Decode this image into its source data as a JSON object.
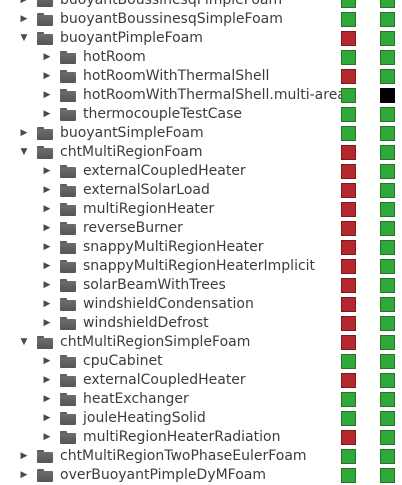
{
  "rows": [
    {
      "name": "buoyantBoussinesqPimpleFoam",
      "depth": 0,
      "expanded": false,
      "status1": "pass",
      "status2": "pass"
    },
    {
      "name": "buoyantBoussinesqSimpleFoam",
      "depth": 0,
      "expanded": false,
      "status1": "pass",
      "status2": "pass"
    },
    {
      "name": "buoyantPimpleFoam",
      "depth": 0,
      "expanded": true,
      "status1": "fail",
      "status2": "pass"
    },
    {
      "name": "hotRoom",
      "depth": 1,
      "expanded": false,
      "status1": "pass",
      "status2": "pass"
    },
    {
      "name": "hotRoomWithThermalShell",
      "depth": 1,
      "expanded": false,
      "status1": "fail",
      "status2": "pass"
    },
    {
      "name": "hotRoomWithThermalShell.multi-area",
      "depth": 1,
      "expanded": false,
      "status1": "pass",
      "status2": "unknown"
    },
    {
      "name": "thermocoupleTestCase",
      "depth": 1,
      "expanded": false,
      "status1": "pass",
      "status2": "pass"
    },
    {
      "name": "buoyantSimpleFoam",
      "depth": 0,
      "expanded": false,
      "status1": "pass",
      "status2": "pass"
    },
    {
      "name": "chtMultiRegionFoam",
      "depth": 0,
      "expanded": true,
      "status1": "fail",
      "status2": "pass"
    },
    {
      "name": "externalCoupledHeater",
      "depth": 1,
      "expanded": false,
      "status1": "fail",
      "status2": "pass"
    },
    {
      "name": "externalSolarLoad",
      "depth": 1,
      "expanded": false,
      "status1": "fail",
      "status2": "pass"
    },
    {
      "name": "multiRegionHeater",
      "depth": 1,
      "expanded": false,
      "status1": "fail",
      "status2": "pass"
    },
    {
      "name": "reverseBurner",
      "depth": 1,
      "expanded": false,
      "status1": "fail",
      "status2": "pass"
    },
    {
      "name": "snappyMultiRegionHeater",
      "depth": 1,
      "expanded": false,
      "status1": "fail",
      "status2": "pass"
    },
    {
      "name": "snappyMultiRegionHeaterImplicit",
      "depth": 1,
      "expanded": false,
      "status1": "fail",
      "status2": "pass"
    },
    {
      "name": "solarBeamWithTrees",
      "depth": 1,
      "expanded": false,
      "status1": "fail",
      "status2": "pass"
    },
    {
      "name": "windshieldCondensation",
      "depth": 1,
      "expanded": false,
      "status1": "fail",
      "status2": "pass"
    },
    {
      "name": "windshieldDefrost",
      "depth": 1,
      "expanded": false,
      "status1": "fail",
      "status2": "pass"
    },
    {
      "name": "chtMultiRegionSimpleFoam",
      "depth": 0,
      "expanded": true,
      "status1": "fail",
      "status2": "pass"
    },
    {
      "name": "cpuCabinet",
      "depth": 1,
      "expanded": false,
      "status1": "pass",
      "status2": "pass"
    },
    {
      "name": "externalCoupledHeater",
      "depth": 1,
      "expanded": false,
      "status1": "fail",
      "status2": "pass"
    },
    {
      "name": "heatExchanger",
      "depth": 1,
      "expanded": false,
      "status1": "pass",
      "status2": "pass"
    },
    {
      "name": "jouleHeatingSolid",
      "depth": 1,
      "expanded": false,
      "status1": "pass",
      "status2": "pass"
    },
    {
      "name": "multiRegionHeaterRadiation",
      "depth": 1,
      "expanded": false,
      "status1": "fail",
      "status2": "pass"
    },
    {
      "name": "chtMultiRegionTwoPhaseEulerFoam",
      "depth": 0,
      "expanded": false,
      "status1": "pass",
      "status2": "pass"
    },
    {
      "name": "overBuoyantPimpleDyMFoam",
      "depth": 0,
      "expanded": false,
      "status1": "pass",
      "status2": "pass"
    }
  ],
  "colors": {
    "pass": "#2ea836",
    "fail": "#b5282e",
    "unknown": "#000000"
  }
}
